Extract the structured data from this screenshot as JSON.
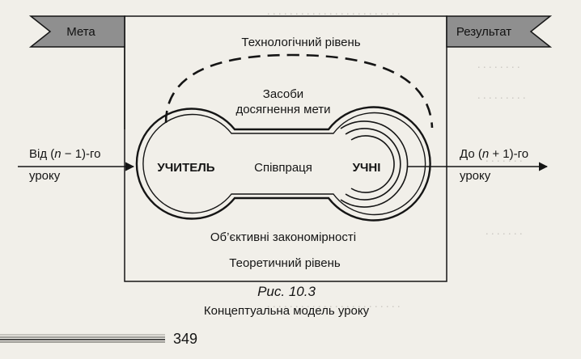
{
  "diagram": {
    "flag_left": "Мета",
    "flag_right": "Результат",
    "level_top": "Технологічний рівень",
    "means_line1": "Засоби",
    "means_line2": "досягнення мети",
    "teacher": "УЧИТЕЛЬ",
    "cooperation": "Співпраця",
    "students": "УЧНІ",
    "laws": "Об’єктивні закономірності",
    "level_bottom": "Теоретичний рівень",
    "from_prefix": "Від (",
    "from_n": "n",
    "from_suffix": " − 1)-го",
    "from_line2": "уроку",
    "to_prefix": "До (",
    "to_n": "n",
    "to_suffix": " + 1)-го",
    "to_line2": "уроку"
  },
  "caption": {
    "figure_label": "Рис. 10.3",
    "title": "Концептуальна модель уроку"
  },
  "page_number": "349",
  "colors": {
    "flag_fill": "#8f8f8f",
    "ink": "#151515",
    "paper": "#f1efe9"
  }
}
